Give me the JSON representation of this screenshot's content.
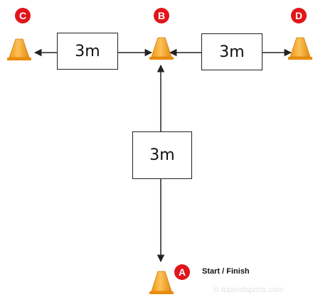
{
  "cones": {
    "a": {
      "badge": "A",
      "color": "#f7a51c"
    },
    "b": {
      "badge": "B",
      "color": "#f7a51c"
    },
    "c": {
      "badge": "C",
      "color": "#f7a51c"
    },
    "d": {
      "badge": "D",
      "color": "#f7a51c"
    }
  },
  "badge_color": "#e0161b",
  "distances": {
    "left": "3m",
    "right": "3m",
    "vertical": "3m"
  },
  "legend": {
    "start_finish": "Start / Finish"
  },
  "watermark": "© topendsports.com"
}
